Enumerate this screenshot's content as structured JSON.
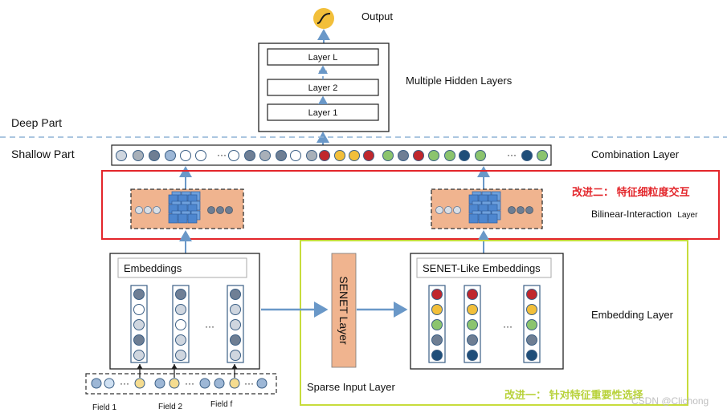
{
  "output": {
    "label": "Output"
  },
  "deep_stack": {
    "layers": [
      "Layer L",
      "···",
      "Layer 2",
      "Layer 1"
    ],
    "title": "Multiple Hidden Layers"
  },
  "parts": {
    "deep": "Deep Part",
    "shallow": "Shallow Part"
  },
  "combination": {
    "label": "Combination Layer",
    "ellipses": [
      "···",
      "···"
    ],
    "circle_colors": [
      "#cfd6df",
      "#a8b0b9",
      "#6e7e93",
      "#9db7d6",
      "#ffffff",
      "#ffffff",
      "#ffffff",
      "#6f7f95",
      "#a8b0b9",
      "#6e7e93",
      "#ffffff",
      "#a8b0b9",
      "#c0272d",
      "#f2bf3a",
      "#f2bf3a",
      "#c0272d",
      "#8bc46e",
      "#6f7f95",
      "#c0272d",
      "#8bc46e",
      "#8bc46e",
      "#1f4e79",
      "#8bc46e",
      "#1f4e79",
      "#8bc46e"
    ]
  },
  "bilinear": {
    "label_main": "Bilinear-Interaction",
    "label_suffix": "Layer",
    "improvement": "改进二：  特征细粒度交互"
  },
  "embeddings": {
    "title": "Embeddings",
    "columns": [
      [
        "#6f7f95",
        "#ffffff",
        "#cfd6df",
        "#6e7e93",
        "#cfd6df"
      ],
      [
        "#6f7f95",
        "#cfd6df",
        "#ffffff",
        "#cfd6df",
        "#cfd6df"
      ],
      [
        "#6f7f95",
        "#cfd6df",
        "#cfd6df",
        "#6e7e93",
        "#cfd6df"
      ]
    ],
    "ellipsis": "···"
  },
  "senet": {
    "label": "SENET Layer"
  },
  "senet_embeddings": {
    "title": "SENET-Like Embeddings",
    "columns": [
      [
        "#c0272d",
        "#f2bf3a",
        "#8bc46e",
        "#6e7e93",
        "#1f4e79"
      ],
      [
        "#c0272d",
        "#f2bf3a",
        "#8bc46e",
        "#6e7e93",
        "#1f4e79"
      ],
      [
        "#c0272d",
        "#f2bf3a",
        "#8bc46e",
        "#6e7e93",
        "#1f4e79"
      ]
    ],
    "ellipsis": "···"
  },
  "embedding_layer": {
    "label": "Embedding Layer"
  },
  "sparse_input": {
    "label": "Sparse Input Layer",
    "fields": [
      "Field 1",
      "Field 2",
      "Field f"
    ],
    "ellipsis": "···",
    "improvement": "改进一：  针对特征重要性选择"
  },
  "watermark": "CSDN @Clichong",
  "colors": {
    "arrow": "#6a98c8",
    "red_box": "#e3262b",
    "green_box": "#c7dc3c",
    "orange_fill": "#f0b48f",
    "cube": "#4d86cf",
    "dashed_line": "#8fb3d6",
    "red_text": "#e3262b",
    "green_text": "#b8d23a"
  }
}
